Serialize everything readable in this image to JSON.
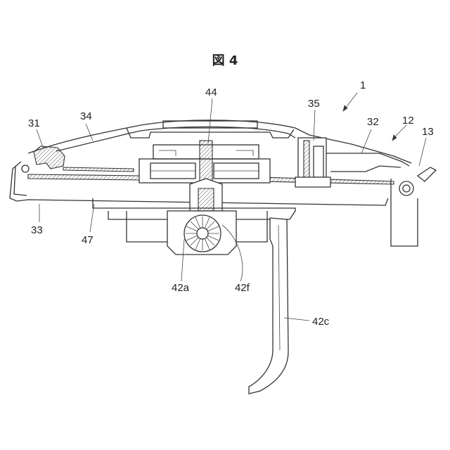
{
  "figure": {
    "title": "図 4",
    "labels": {
      "l1": "1",
      "l12": "12",
      "l13": "13",
      "l31": "31",
      "l32": "32",
      "l33": "33",
      "l34": "34",
      "l35": "35",
      "l44": "44",
      "l47": "47",
      "l42a": "42a",
      "l42f": "42f",
      "l42c": "42c"
    }
  }
}
